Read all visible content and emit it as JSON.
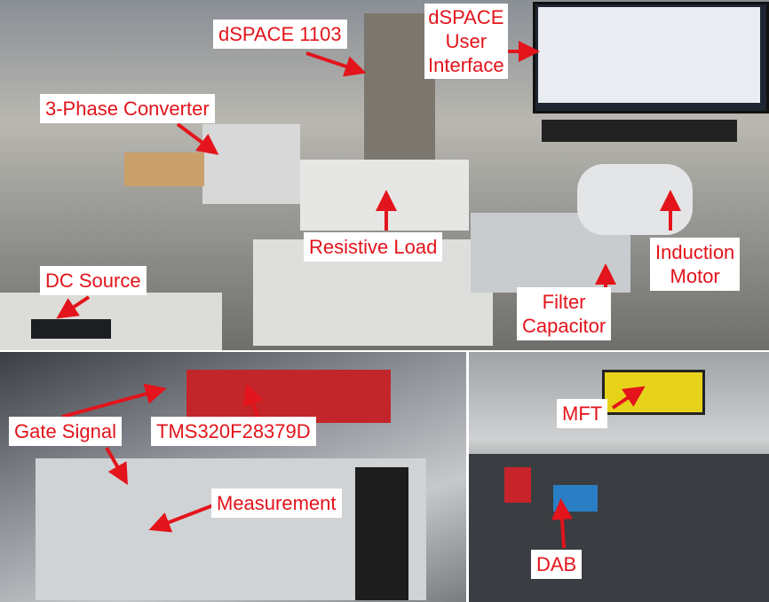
{
  "labels": {
    "dspace_1103": "dSPACE 1103",
    "dspace_ui_line1": "dSPACE",
    "dspace_ui_line2": "User",
    "dspace_ui_line3": "Interface",
    "converter": "3-Phase Converter",
    "resistive_load": "Resistive Load",
    "motor_line1": "Induction",
    "motor_line2": "Motor",
    "dc_source": "DC Source",
    "filter_line1": "Filter",
    "filter_line2": "Capacitor",
    "gate_signal": "Gate Signal",
    "dsp": "TMS320F28379D",
    "measurement": "Measurement",
    "mft": "MFT",
    "dab": "DAB"
  },
  "colors": {
    "label_text": "#e3141b",
    "arrow": "#e3141b",
    "label_bg": "#ffffff"
  }
}
